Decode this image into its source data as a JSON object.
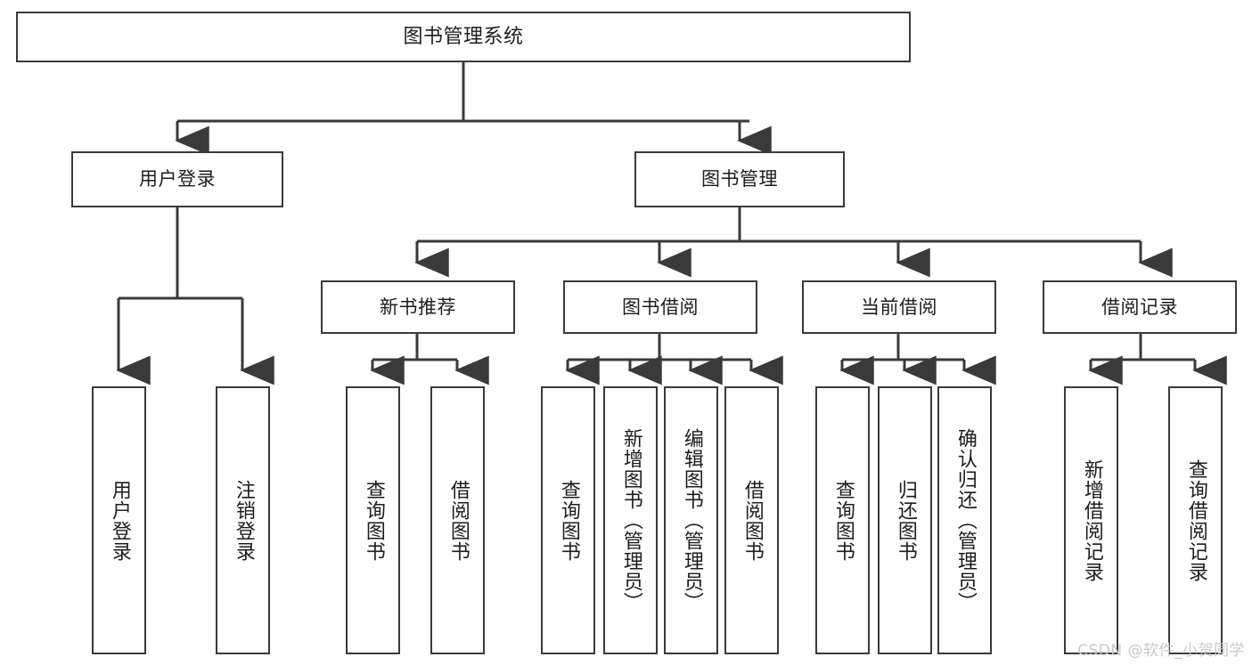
{
  "diagram": {
    "title": "图书管理系统",
    "type": "tree",
    "root": {
      "id": "root",
      "label": "图书管理系统"
    },
    "level1": [
      {
        "id": "user-login",
        "label": "用户登录"
      },
      {
        "id": "book-manage",
        "label": "图书管理"
      }
    ],
    "level2": [
      {
        "id": "new-book-recommend",
        "label": "新书推荐",
        "parent": "book-manage"
      },
      {
        "id": "book-borrow",
        "label": "图书借阅",
        "parent": "book-manage"
      },
      {
        "id": "current-borrow",
        "label": "当前借阅",
        "parent": "book-manage"
      },
      {
        "id": "borrow-record",
        "label": "借阅记录",
        "parent": "book-manage"
      }
    ],
    "leaves": [
      {
        "id": "leaf-user-login",
        "label": "用户登录",
        "parent": "user-login"
      },
      {
        "id": "leaf-user-logout",
        "label": "注销登录",
        "parent": "user-login"
      },
      {
        "id": "leaf-query-book-1",
        "label": "查询图书",
        "parent": "new-book-recommend"
      },
      {
        "id": "leaf-borrow-book-1",
        "label": "借阅图书",
        "parent": "new-book-recommend"
      },
      {
        "id": "leaf-query-book-2",
        "label": "查询图书",
        "parent": "book-borrow"
      },
      {
        "id": "leaf-add-book",
        "label": "新增图书（管理员）",
        "parent": "book-borrow"
      },
      {
        "id": "leaf-edit-book",
        "label": "编辑图书（管理员）",
        "parent": "book-borrow"
      },
      {
        "id": "leaf-borrow-book-2",
        "label": "借阅图书",
        "parent": "book-borrow"
      },
      {
        "id": "leaf-query-book-3",
        "label": "查询图书",
        "parent": "current-borrow"
      },
      {
        "id": "leaf-return-book",
        "label": "归还图书",
        "parent": "current-borrow"
      },
      {
        "id": "leaf-confirm-return",
        "label": "确认归还（管理员）",
        "parent": "current-borrow"
      },
      {
        "id": "leaf-add-record",
        "label": "新增借阅记录",
        "parent": "borrow-record"
      },
      {
        "id": "leaf-query-record",
        "label": "查询借阅记录",
        "parent": "borrow-record"
      }
    ],
    "colors": {
      "stroke": "#3a3a3a",
      "box_fill": "#ffffff",
      "text": "#1d1d1d",
      "watermark": "#c9c9c9"
    }
  },
  "watermark": {
    "text": "CSDN @软件_小贺同学"
  }
}
